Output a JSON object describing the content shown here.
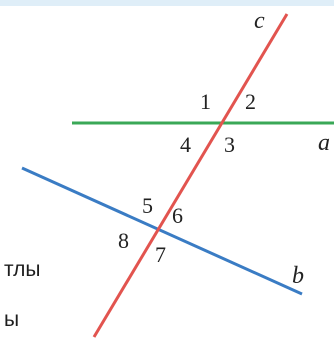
{
  "lines": {
    "a": {
      "label": "a",
      "color": "#3aa857"
    },
    "b": {
      "label": "b",
      "color": "#3a7cc4"
    },
    "c": {
      "label": "c",
      "color": "#e2544f"
    }
  },
  "angles": [
    "1",
    "2",
    "3",
    "4",
    "5",
    "6",
    "7",
    "8"
  ],
  "side_text": {
    "line1": "тлы",
    "line2": "ы"
  }
}
